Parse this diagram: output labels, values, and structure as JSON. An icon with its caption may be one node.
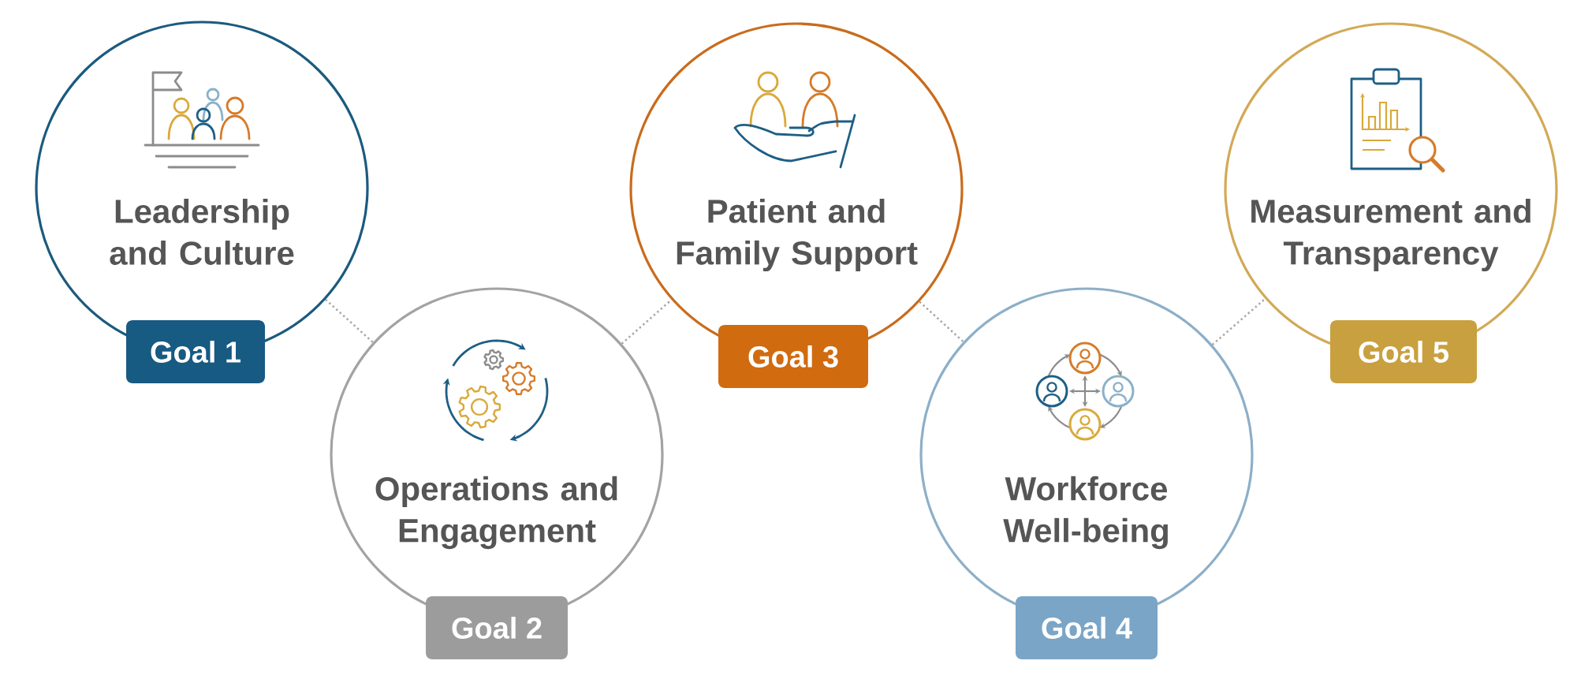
{
  "diagram": {
    "nodes": [
      {
        "text": [
          "Leadership and Culture"
        ]
      },
      {
        "text": [
          "Goal 1"
        ]
      },
      {
        "text": [
          "Operations and Engagement"
        ]
      },
      {
        "text": [
          "Goal 2"
        ]
      },
      {
        "text": [
          "Patient and Family Support"
        ]
      },
      {
        "text": [
          "Goal 3"
        ]
      },
      {
        "text": [
          "Workforce Well-being"
        ]
      },
      {
        "text": [
          "Goal 4"
        ]
      },
      {
        "text": [
          "Measurement and Transparency"
        ]
      },
      {
        "text": [
          "Goal 5"
        ]
      }
    ],
    "edges": [
      {
        "from": 0,
        "to": 2,
        "arrow": "none",
        "style": "dashed"
      },
      {
        "from": 2,
        "to": 4,
        "arrow": "none",
        "style": "dashed"
      },
      {
        "from": 4,
        "to": 6,
        "arrow": "none",
        "style": "dashed"
      },
      {
        "from": 6,
        "to": 8,
        "arrow": "none",
        "style": "dashed"
      }
    ]
  }
}
